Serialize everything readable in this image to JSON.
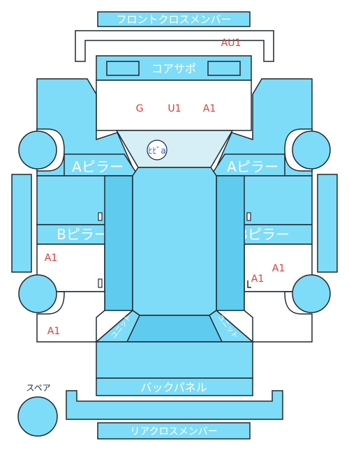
{
  "labels": {
    "front_cross_member": "フロントクロスメンバー",
    "core_support": "コアサポ",
    "a_pillar_left": "Aピラー",
    "a_pillar_right": "Aピラー",
    "b_pillar_left": "Bピラー",
    "b_pillar_right": "Bピラー",
    "back_panel": "バックパネル",
    "rear_cross_member": "リアクロスメンバー",
    "spare": "スペア",
    "unit_left": "ユニット",
    "unit_right": "ユニット"
  },
  "damage_marks": {
    "front_cross": "AU1",
    "hood_g": "G",
    "hood_u1": "U1",
    "hood_a1": "A1",
    "windshield": "ﾋﾋﾞa",
    "left_rear_door": "A1",
    "left_rear_quarter": "A1",
    "right_rear_door_upper": "A1",
    "right_rear_door_lower": "A1"
  },
  "colors": {
    "panel": "#7fdcf8",
    "panel_dark": "#5ecbef",
    "damage": "#e23b3b",
    "windshield_mark": "#3355dd"
  }
}
